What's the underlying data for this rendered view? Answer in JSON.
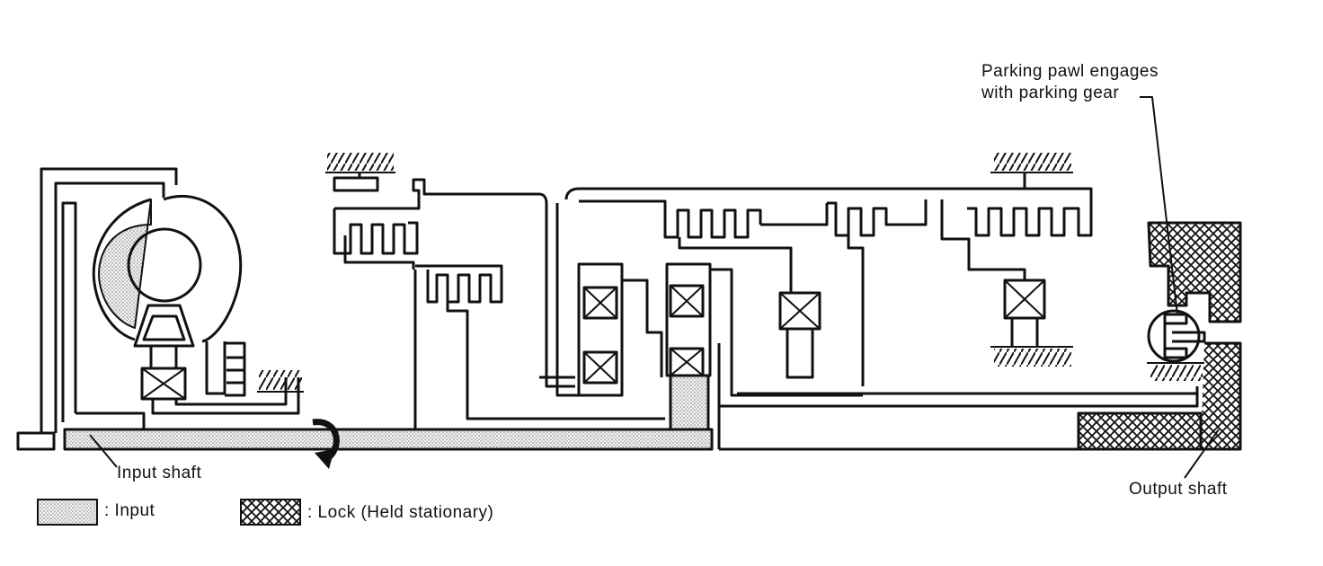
{
  "labels": {
    "input_shaft": "Input shaft",
    "output_shaft": "Output shaft",
    "parking_line1": "Parking pawl engages",
    "parking_line2": "with parking gear"
  },
  "legend": {
    "input_label": ": Input",
    "lock_label": ": Lock (Held stationary)"
  },
  "colors": {
    "line": "#111111",
    "input_fill": "#d9d9d9",
    "lock_hatch": "#111111",
    "background": "#ffffff"
  },
  "icons": {
    "rotation": "curved-rotation-arrow-icon"
  }
}
